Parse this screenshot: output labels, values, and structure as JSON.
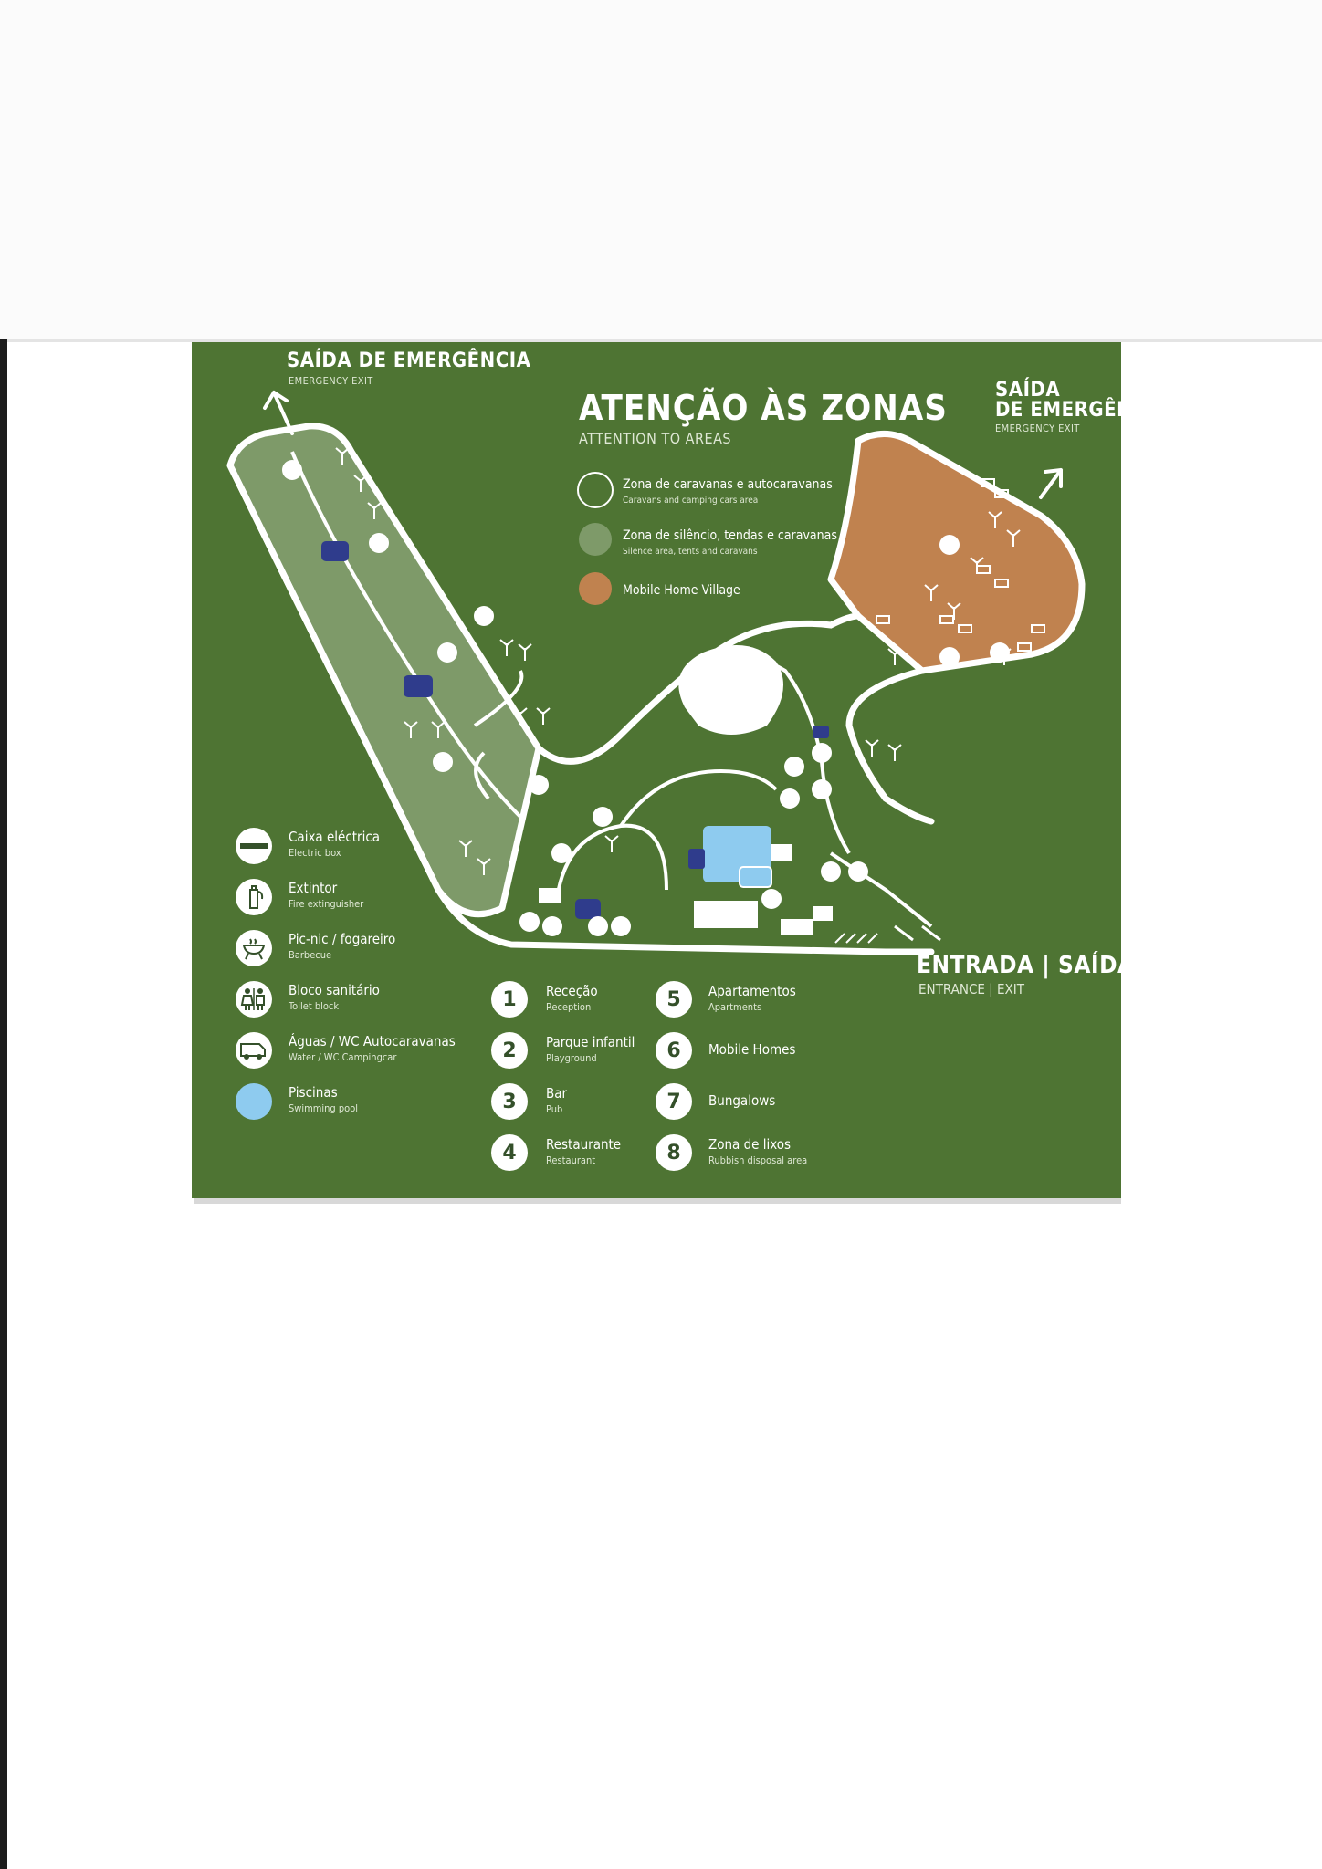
{
  "title": "ATENÇÃO ÀS ZONAS",
  "subtitle": "ATTENTION TO AREAS",
  "exit_left": {
    "label": "SAÍDA DE EMERGÊNCIA",
    "sub": "EMERGENCY EXIT"
  },
  "exit_right": {
    "label1": "SAÍDA",
    "label2": "DE EMERGÊNCIA",
    "sub": "EMERGENCY EXIT"
  },
  "entrance": {
    "label": "ENTRADA | SAÍDA",
    "sub": "ENTRANCE | EXIT"
  },
  "zones": [
    {
      "label": "Zona de caravanas e autocaravanas",
      "sub": "Caravans and camping cars area",
      "color": "#4e7433"
    },
    {
      "label": "Zona de silêncio, tendas e caravanas",
      "sub": "Silence area, tents and caravans",
      "color": "#7e9a69"
    },
    {
      "label": "Mobile Home Village",
      "sub": "",
      "color": "#c0824f"
    }
  ],
  "legend": [
    {
      "icon": "electric-box-icon",
      "label": "Caixa eléctrica",
      "sub": "Electric box"
    },
    {
      "icon": "fire-extinguisher-icon",
      "label": "Extintor",
      "sub": "Fire extinguisher"
    },
    {
      "icon": "barbecue-icon",
      "label": "Pic-nic / fogareiro",
      "sub": "Barbecue"
    },
    {
      "icon": "toilet-block-icon",
      "label": "Bloco sanitário",
      "sub": "Toilet block"
    },
    {
      "icon": "campingcar-icon",
      "label": "Águas / WC Autocaravanas",
      "sub": "Water / WC Campingcar"
    },
    {
      "icon": "swimming-pool-icon",
      "label": "Piscinas",
      "sub": "Swimming pool",
      "color": "#8ecbef"
    }
  ],
  "places": [
    {
      "num": "1",
      "label": "Receção",
      "sub": "Reception"
    },
    {
      "num": "2",
      "label": "Parque infantil",
      "sub": "Playground"
    },
    {
      "num": "3",
      "label": "Bar",
      "sub": "Pub"
    },
    {
      "num": "4",
      "label": "Restaurante",
      "sub": "Restaurant"
    },
    {
      "num": "5",
      "label": "Apartamentos",
      "sub": "Apartments"
    },
    {
      "num": "6",
      "label": "Mobile Homes",
      "sub": ""
    },
    {
      "num": "7",
      "label": "Bungalows",
      "sub": ""
    },
    {
      "num": "8",
      "label": "Zona de lixos",
      "sub": "Rubbish disposal area"
    }
  ],
  "colors": {
    "background": "#4e7433",
    "silence_zone": "#7e9a69",
    "mobile_home": "#c0824f",
    "pool": "#8ecbef",
    "toilet_mark": "#2f3c8c"
  }
}
